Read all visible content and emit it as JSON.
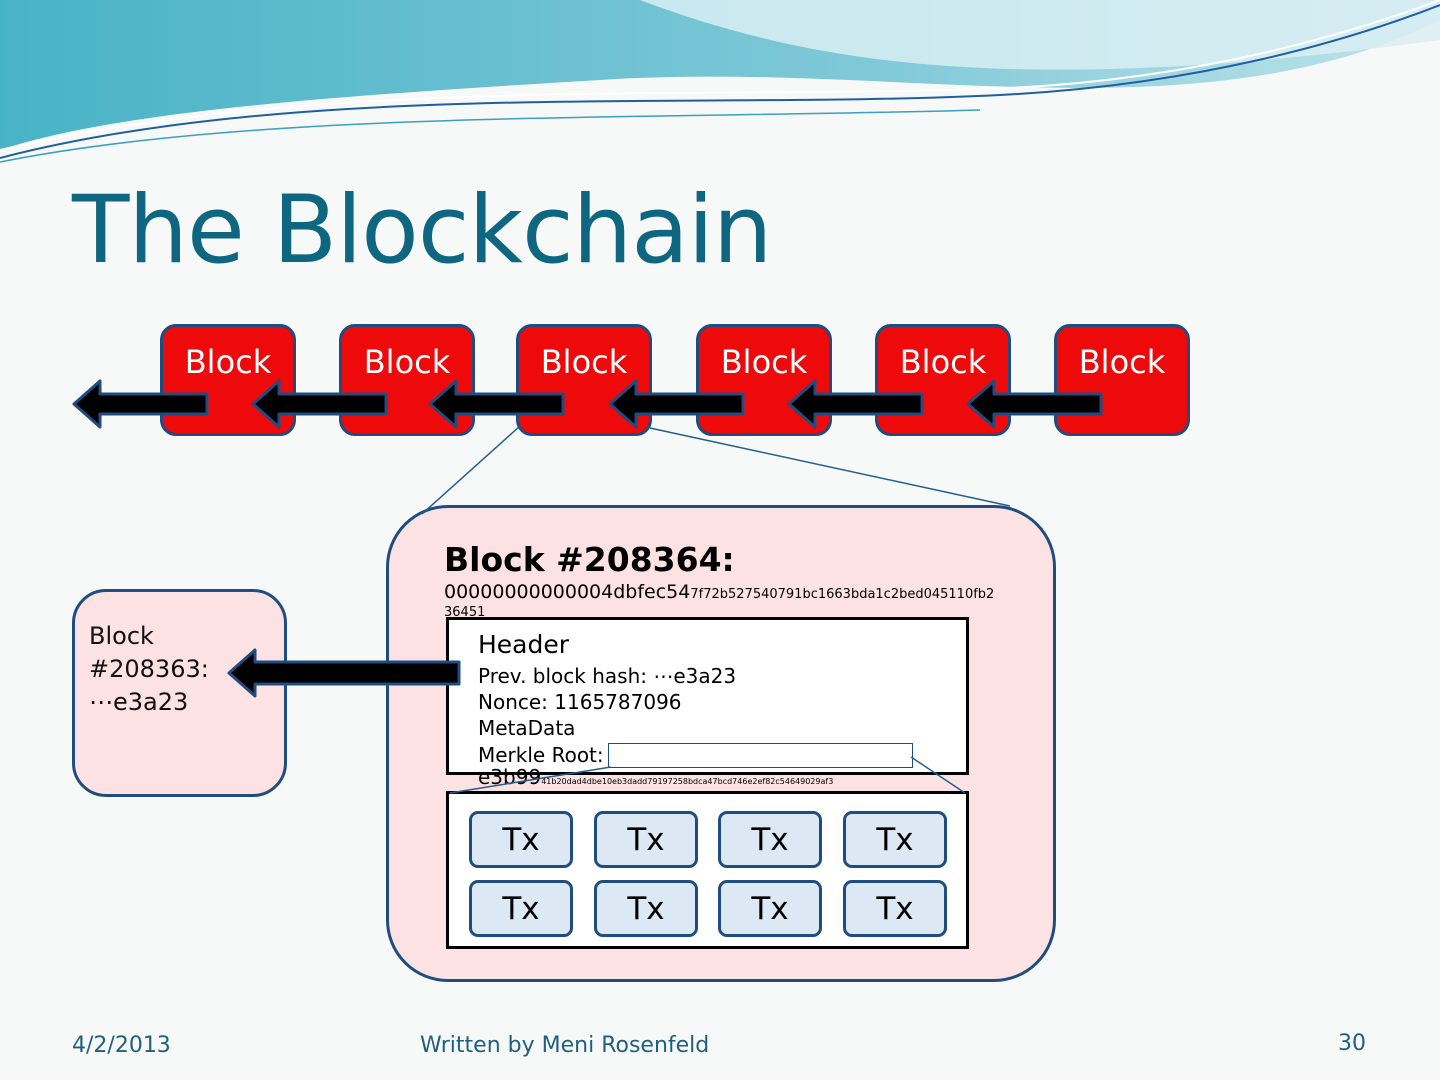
{
  "title": "The Blockchain",
  "chain": {
    "block_labels": [
      "Block",
      "Block",
      "Block",
      "Block",
      "Block",
      "Block"
    ]
  },
  "prev_block": {
    "line1": "Block",
    "line2": "#208363:",
    "line3": "⋯e3a23"
  },
  "current_block": {
    "heading": "Block #208364:",
    "hash_large": "00000000000004dbfec54",
    "hash_small": "7f72b527540791bc1663bda1c2bed045110fb2",
    "hash_wrap": "36451"
  },
  "header": {
    "title": "Header",
    "prev_hash": "Prev. block hash:  ⋯e3a23",
    "nonce": "Nonce: 1165787096",
    "metadata": "MetaData",
    "merkle_label": "Merkle Root:",
    "merkle_large": "e3b99",
    "merkle_small": "41b20dad4dbe10eb3dadd79197258bdca47bcd746e2ef82c54649029af3"
  },
  "transactions": [
    "Tx",
    "Tx",
    "Tx",
    "Tx",
    "Tx",
    "Tx",
    "Tx",
    "Tx"
  ],
  "footer": {
    "date": "4/2/2013",
    "author": "Written by Meni Rosenfeld",
    "page": "30"
  },
  "colors": {
    "title": "#0e6680",
    "block_fill": "#ee0a0a",
    "border": "#1f4d7f",
    "panel_fill": "#fde2e4",
    "tx_fill": "#dce9f5",
    "arrow_fill": "#000000"
  }
}
